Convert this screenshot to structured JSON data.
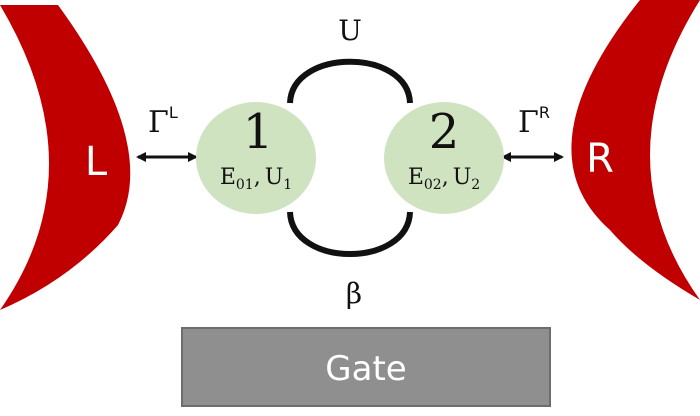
{
  "leads": {
    "left": {
      "label": "L",
      "coupling": {
        "symbol": "Γ",
        "sup": "L"
      }
    },
    "right": {
      "label": "R",
      "coupling": {
        "symbol": "Γ",
        "sup": "R"
      }
    }
  },
  "dots": [
    {
      "number": "1",
      "energy": {
        "main": "E",
        "sub": "01"
      },
      "sep": ",",
      "interaction": {
        "main": "U",
        "sub": "1"
      }
    },
    {
      "number": "2",
      "energy": {
        "main": "E",
        "sub": "02"
      },
      "sep": ",",
      "interaction": {
        "main": "U",
        "sub": "2"
      }
    }
  ],
  "links": {
    "top_label": "U",
    "bottom_label": "β"
  },
  "gate": {
    "label": "Gate"
  },
  "colors": {
    "lead": "#c00000",
    "dot": "#cfe3c0",
    "gate_fill": "#8f8f8f",
    "gate_border": "#6d6d6d",
    "gate_text": "#ffffff",
    "stroke": "#111111",
    "lead_text": "#ffffff"
  }
}
